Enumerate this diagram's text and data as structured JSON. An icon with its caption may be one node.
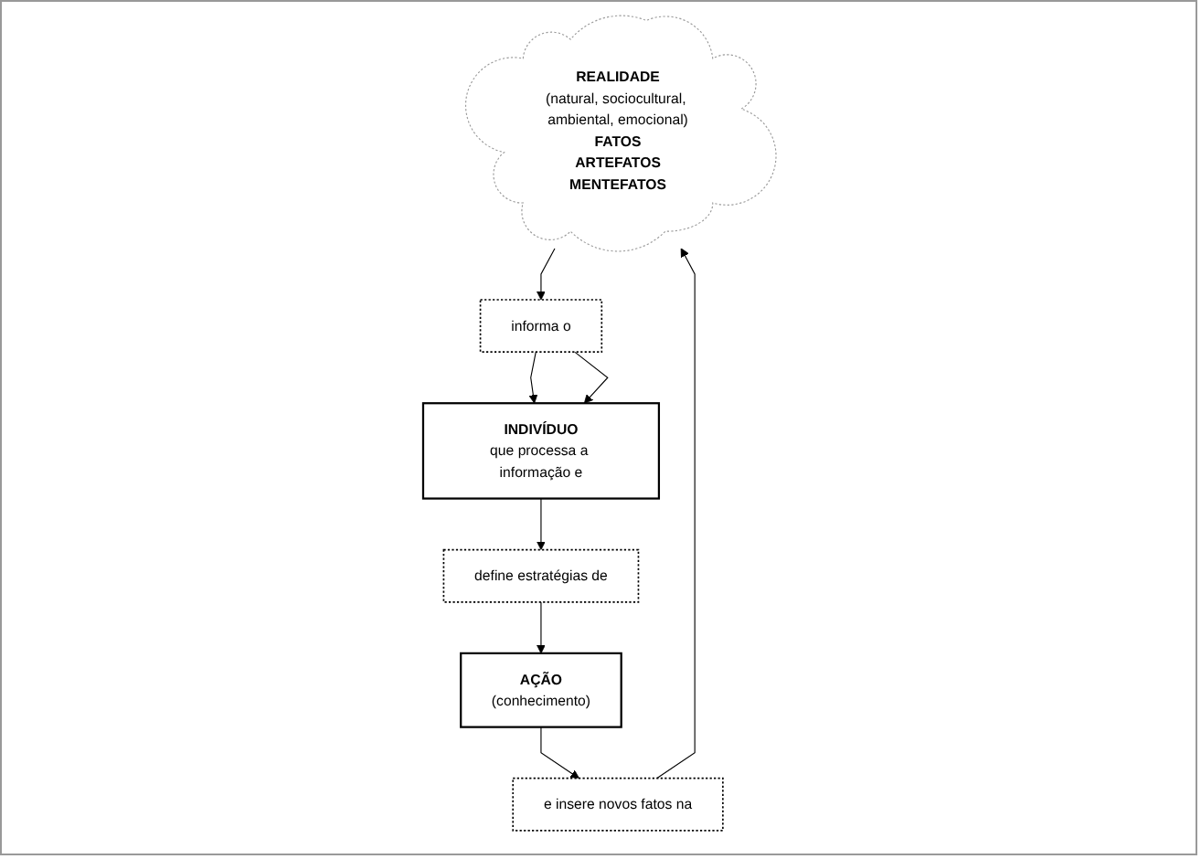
{
  "diagram": {
    "nodes": [
      {
        "text": [
          "REALIDADE",
          "(natural, sociocultural, ambiental, emocional)",
          "FATOS",
          "ARTEFATOS",
          "MENTEFATOS"
        ]
      },
      {
        "text": [
          "informa o"
        ]
      },
      {
        "text": [
          "INDIVÍDUO",
          "que processa a informação e"
        ]
      },
      {
        "text": [
          "define estratégias de"
        ]
      },
      {
        "text": [
          "AÇÃO",
          "(conhecimento)"
        ]
      },
      {
        "text": [
          "e insere novos fatos na"
        ]
      }
    ],
    "edges": [
      {
        "from": 0,
        "to": 1,
        "arrow": "to"
      },
      {
        "from": 1,
        "to": 2,
        "arrow": "to"
      },
      {
        "from": 1,
        "to": 2,
        "arrow": "to"
      },
      {
        "from": 2,
        "to": 3,
        "arrow": "to"
      },
      {
        "from": 3,
        "to": 4,
        "arrow": "to"
      },
      {
        "from": 4,
        "to": 5,
        "arrow": "to"
      },
      {
        "from": 5,
        "to": 0,
        "arrow": "to"
      }
    ]
  }
}
